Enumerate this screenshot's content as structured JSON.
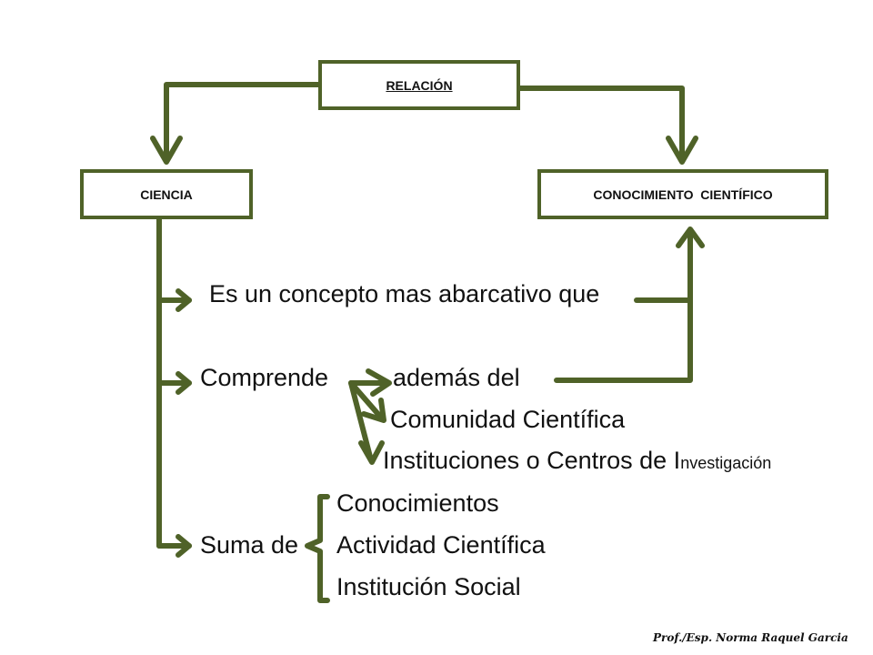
{
  "boxes": {
    "relacion": "RELACIÓN",
    "ciencia": "CIENCIA",
    "conocimiento": "CONOCIMIENTO  CIENTÍFICO"
  },
  "lines": {
    "concepto": "Es un concepto mas abarcativo que",
    "comprende": "Comprende",
    "ademas": "además del",
    "comunidad": "Comunidad Científica",
    "instituciones": "Instituciones o Centros de I",
    "investigacion": "nvestigación",
    "conocimientos": "Conocimientos",
    "suma": "Suma de",
    "actividad": "Actividad Científica",
    "institucion_social": "Institución Social"
  },
  "signature": "Prof./Esp. Norma Raquel Garcia",
  "colors": {
    "line": "#4f6228",
    "text": "#111111"
  }
}
